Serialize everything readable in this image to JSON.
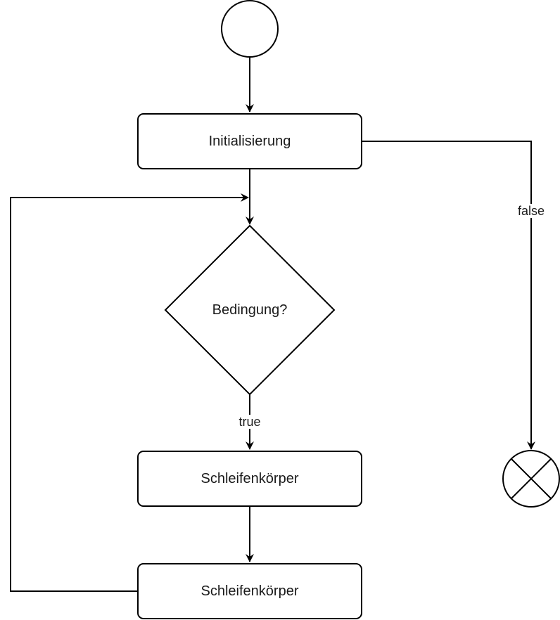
{
  "diagram": {
    "type": "flowchart",
    "nodes": {
      "start": {
        "shape": "initial-circle",
        "label": ""
      },
      "init": {
        "shape": "rounded-rectangle",
        "label": "Initialisierung"
      },
      "condition": {
        "shape": "diamond",
        "label": "Bedingung?"
      },
      "body1": {
        "shape": "rounded-rectangle",
        "label": "Schleifenkörper"
      },
      "body2": {
        "shape": "rounded-rectangle",
        "label": "Schleifenkörper"
      },
      "end": {
        "shape": "final-crossed-circle",
        "label": ""
      }
    },
    "edges": [
      {
        "from": "start",
        "to": "init",
        "label": ""
      },
      {
        "from": "init",
        "to": "condition",
        "label": ""
      },
      {
        "from": "init",
        "to": "end",
        "label": "false"
      },
      {
        "from": "condition",
        "to": "body1",
        "label": "true"
      },
      {
        "from": "body1",
        "to": "body2",
        "label": ""
      },
      {
        "from": "body2",
        "to": "condition",
        "label": ""
      }
    ]
  },
  "colors": {
    "stroke": "#000000",
    "fill": "#ffffff",
    "text": "#1a1a1a"
  }
}
